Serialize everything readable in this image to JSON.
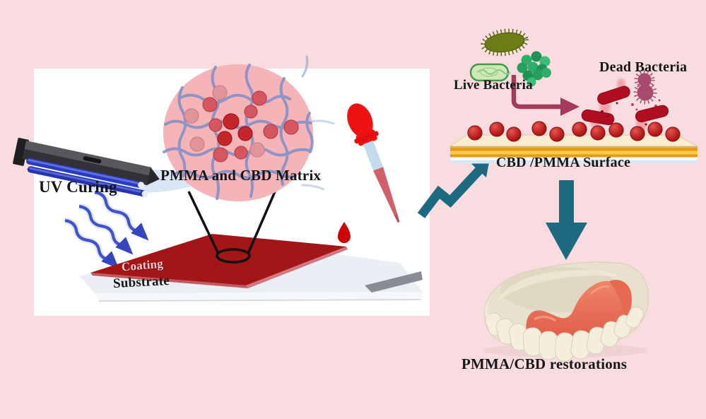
{
  "figure": {
    "type": "graphical-abstract",
    "background_color": "#f9dce0",
    "panel_color": "#ffffff"
  },
  "left_panel": {
    "uv_label": "UV Curing",
    "matrix_label": "PMMA and CBD Matrix",
    "coating_label": "Coating",
    "substrate_label": "Substrate"
  },
  "right_panel": {
    "live_label": "Live Bacteria",
    "dead_label": "Dead Bacteria",
    "surface_label": "CBD /PMMA Surface",
    "restorations_label": "PMMA/CBD restorations"
  },
  "colors": {
    "teal_arrow": "#1d6a80",
    "maroon_arrow": "#a43a5e",
    "uv_wave_blue": "#4053c8",
    "coating_red": "#a31517",
    "matrix_circle_pink": "#f4b4b8",
    "mesh_fiber": "#8290c6",
    "cbd_particle_red": "#c5262b",
    "live_bacteria_green": "#2fae6a",
    "dead_bacteria_red": "#b00d20",
    "surface_cream": "#f8ecd2",
    "surface_orange": "#e89812",
    "surface_yellow": "#f6cd4a"
  },
  "icons": {
    "uv_lamp": "uv-lamp-icon",
    "dropper": "dropper-icon",
    "denture": "denture-photo"
  }
}
